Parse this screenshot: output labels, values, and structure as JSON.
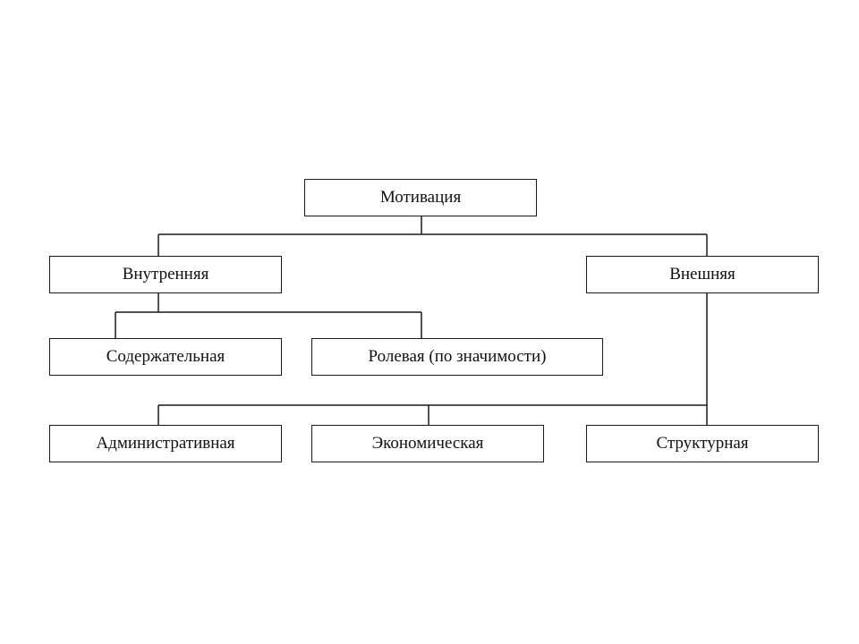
{
  "diagram": {
    "root": {
      "label": "Мотивация"
    },
    "level1": {
      "internal": {
        "label": "Внутренняя"
      },
      "external": {
        "label": "Внешняя"
      }
    },
    "internal_children": {
      "content": {
        "label": "Содержательная"
      },
      "role": {
        "label": "Ролевая (по значимости)"
      }
    },
    "external_children": {
      "administrative": {
        "label": "Административная"
      },
      "economic": {
        "label": "Экономическая"
      },
      "structural": {
        "label": "Структурная"
      }
    }
  }
}
